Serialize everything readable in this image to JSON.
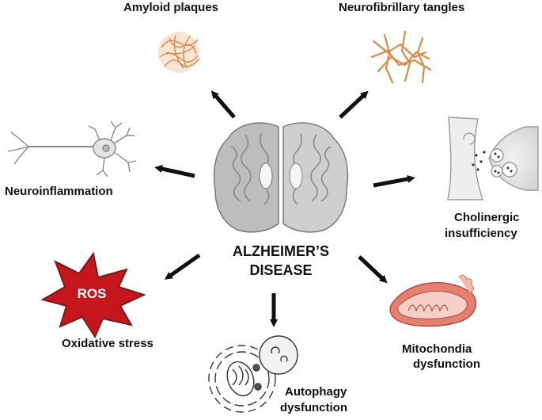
{
  "center": {
    "line1": "ALZHEIMER’S",
    "line2": "DISEASE"
  },
  "nodes": {
    "amyloid": "Amyloid plaques",
    "tangles": "Neurofibrillary tangles",
    "neuroinflammation": "Neuroinflammation",
    "cholinergic_1": "Cholinergic",
    "cholinergic_2": "insufficiency",
    "oxidative": "Oxidative stress",
    "ros": "ROS",
    "mito_1": "Mitochondia",
    "mito_2": "dysfunction",
    "autophagy_1": "Autophagy",
    "autophagy_2": "dysfunction"
  },
  "colors": {
    "fiber": "#d98a4a",
    "ros_star": "#c4161c",
    "mito_outer": "#e07a6a",
    "brain_gray": "#c9c9c9",
    "arrow": "#111111"
  }
}
